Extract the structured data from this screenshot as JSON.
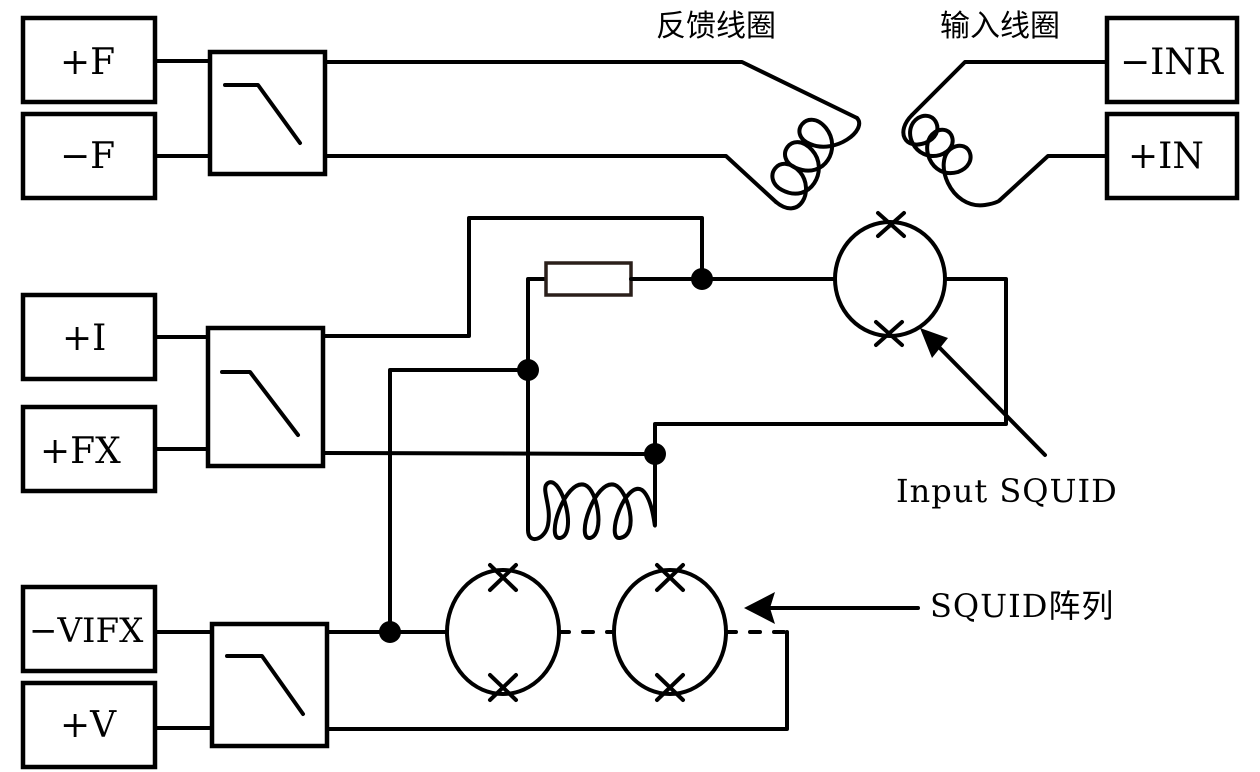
{
  "diagram": {
    "type": "circuit-schematic",
    "terminals": {
      "plus_f": "+F",
      "minus_f": "−F",
      "minus_inr": "−INR",
      "plus_in": "+IN",
      "plus_i": "+I",
      "plus_fx": "+FX",
      "minus_vifx": "−VIFX",
      "plus_v": "+V"
    },
    "labels": {
      "feedback_coil": "反馈线圈",
      "input_coil": "输入线圈",
      "input_squid": "Input SQUID",
      "squid_array": "SQUID阵列"
    },
    "components": [
      {
        "name": "low-pass-filter",
        "count": 3
      },
      {
        "name": "feedback-coil",
        "count": 1
      },
      {
        "name": "input-coil",
        "count": 1
      },
      {
        "name": "input-squid",
        "count": 1,
        "junctions": 2
      },
      {
        "name": "squid-array",
        "count": 2,
        "junctions_each": 2
      },
      {
        "name": "resistor",
        "count": 1
      },
      {
        "name": "flux-coil",
        "count": 1
      }
    ]
  }
}
